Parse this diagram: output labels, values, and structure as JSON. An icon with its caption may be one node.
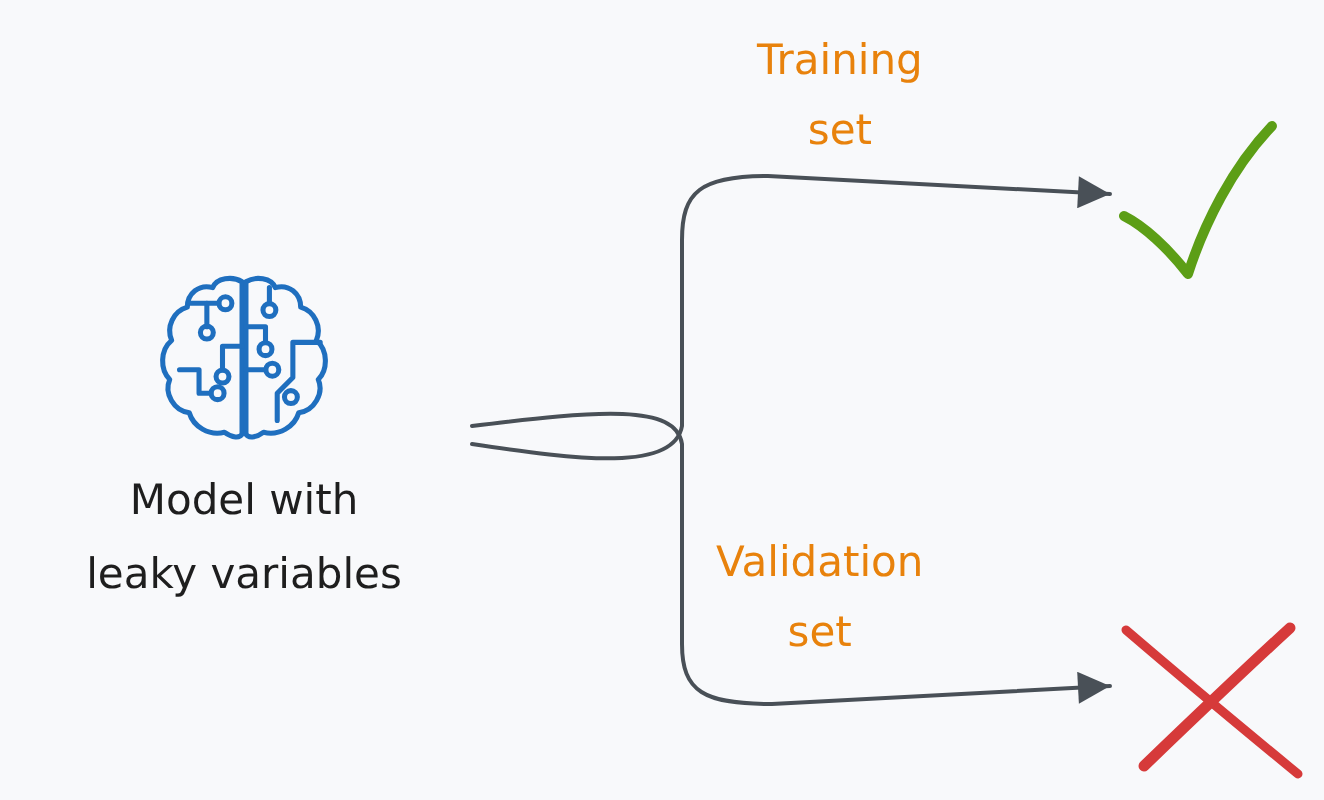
{
  "diagram": {
    "nodes": [
      {
        "text": [
          "Model with leaky variables"
        ]
      },
      {
        "text": [],
        "shape": "checkmark"
      },
      {
        "text": [],
        "shape": "cross"
      }
    ],
    "edges": [
      {
        "from": 0,
        "to": 1,
        "arrow": "to",
        "label": "Training set"
      },
      {
        "from": 0,
        "to": 2,
        "arrow": "to",
        "label": "Validation set"
      }
    ]
  }
}
